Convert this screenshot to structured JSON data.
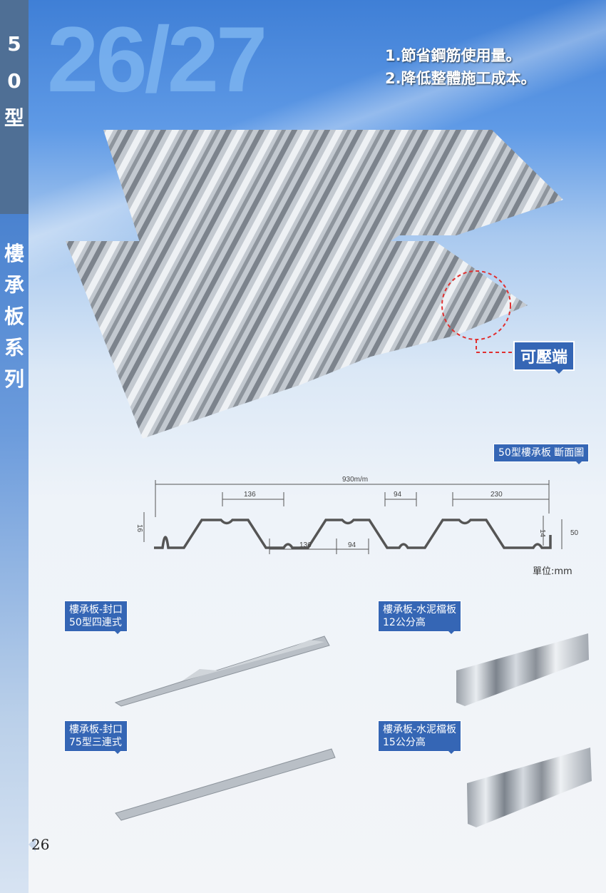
{
  "header": {
    "big_number": "26/27",
    "points": [
      "1.節省鋼筋使用量。",
      "2.降低整體施工成本。"
    ]
  },
  "side": {
    "type_chars": [
      "5",
      "0",
      "型"
    ],
    "series_chars": [
      "樓",
      "承",
      "板",
      "系",
      "列"
    ]
  },
  "callout": "可壓端",
  "section": {
    "title": "50型樓承板 斷面圖",
    "dims": {
      "total": "930m/m",
      "top1": "136",
      "top2": "94",
      "top3": "230",
      "bot1": "136",
      "bot2": "94",
      "left": "16",
      "right_small": "14",
      "right": "50"
    },
    "unit": "單位:mm"
  },
  "accessories": [
    {
      "line1": "樓承板-封口",
      "line2": "50型四連式"
    },
    {
      "line1": "樓承板-水泥檔板",
      "line2": "12公分高"
    },
    {
      "line1": "樓承板-封口",
      "line2": "75型三連式"
    },
    {
      "line1": "樓承板-水泥檔板",
      "line2": "15公分高"
    }
  ],
  "page_number": "26"
}
